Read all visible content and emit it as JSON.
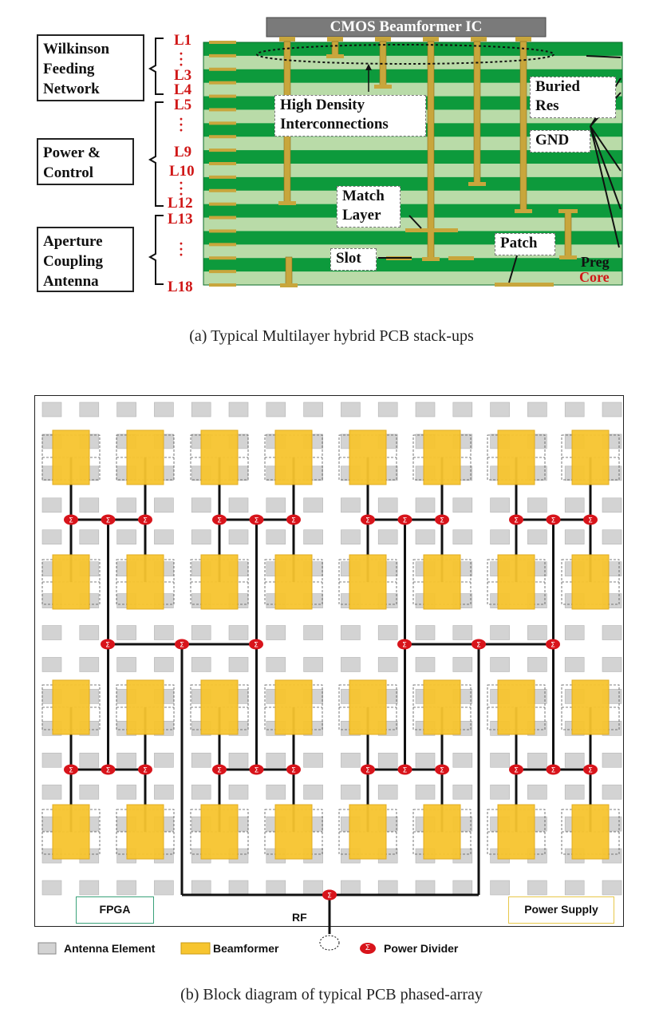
{
  "panel_a": {
    "ic_label": "CMOS Beamformer IC",
    "groups": [
      {
        "line1": "Wilkinson",
        "line2": "Feeding",
        "line3": "Network"
      },
      {
        "line1": "Power &",
        "line2": "Control"
      },
      {
        "line1": "Aperture",
        "line2": "Coupling",
        "line3": "Antenna"
      }
    ],
    "layer_labels": [
      "L1",
      "L3",
      "L4",
      "L5",
      "L9",
      "L10",
      "L12",
      "L13",
      "L18"
    ],
    "callouts": {
      "hdi_line1": "High Density",
      "hdi_line2": "Interconnections",
      "buried_line1": "Buried",
      "buried_line2": "Res",
      "gnd": "GND",
      "match_line1": "Match",
      "match_line2": "Layer",
      "slot": "Slot",
      "patch": "Patch",
      "preg": "Preg",
      "core": "Core"
    },
    "caption": "(a) Typical Multilayer hybrid PCB stack-ups"
  },
  "panel_b": {
    "fpga": "FPGA",
    "power_supply": "Power Supply",
    "rf": "RF",
    "divider_symbol": "Σ",
    "legend": {
      "antenna": "Antenna Element",
      "beamformer": "Beamformer",
      "divider": "Power Divider"
    },
    "caption": "(b) Block diagram of typical PCB phased-array"
  },
  "colors": {
    "dark_green": "#0d9a3c",
    "light_green": "#b9dba8",
    "gold": "#c8a63c",
    "beamformer": "#f7c52f",
    "antenna": "#d3d3d3",
    "divider": "#d8141b",
    "label_red": "#d01818"
  }
}
